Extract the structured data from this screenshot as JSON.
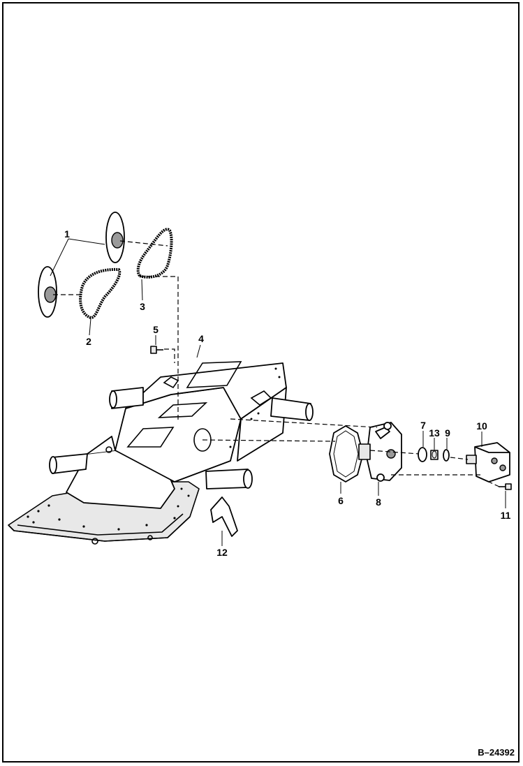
{
  "diagram": {
    "reference": "B–24392",
    "callouts": [
      "1",
      "2",
      "3",
      "4",
      "5",
      "6",
      "7",
      "8",
      "9",
      "10",
      "11",
      "12",
      "13"
    ]
  }
}
